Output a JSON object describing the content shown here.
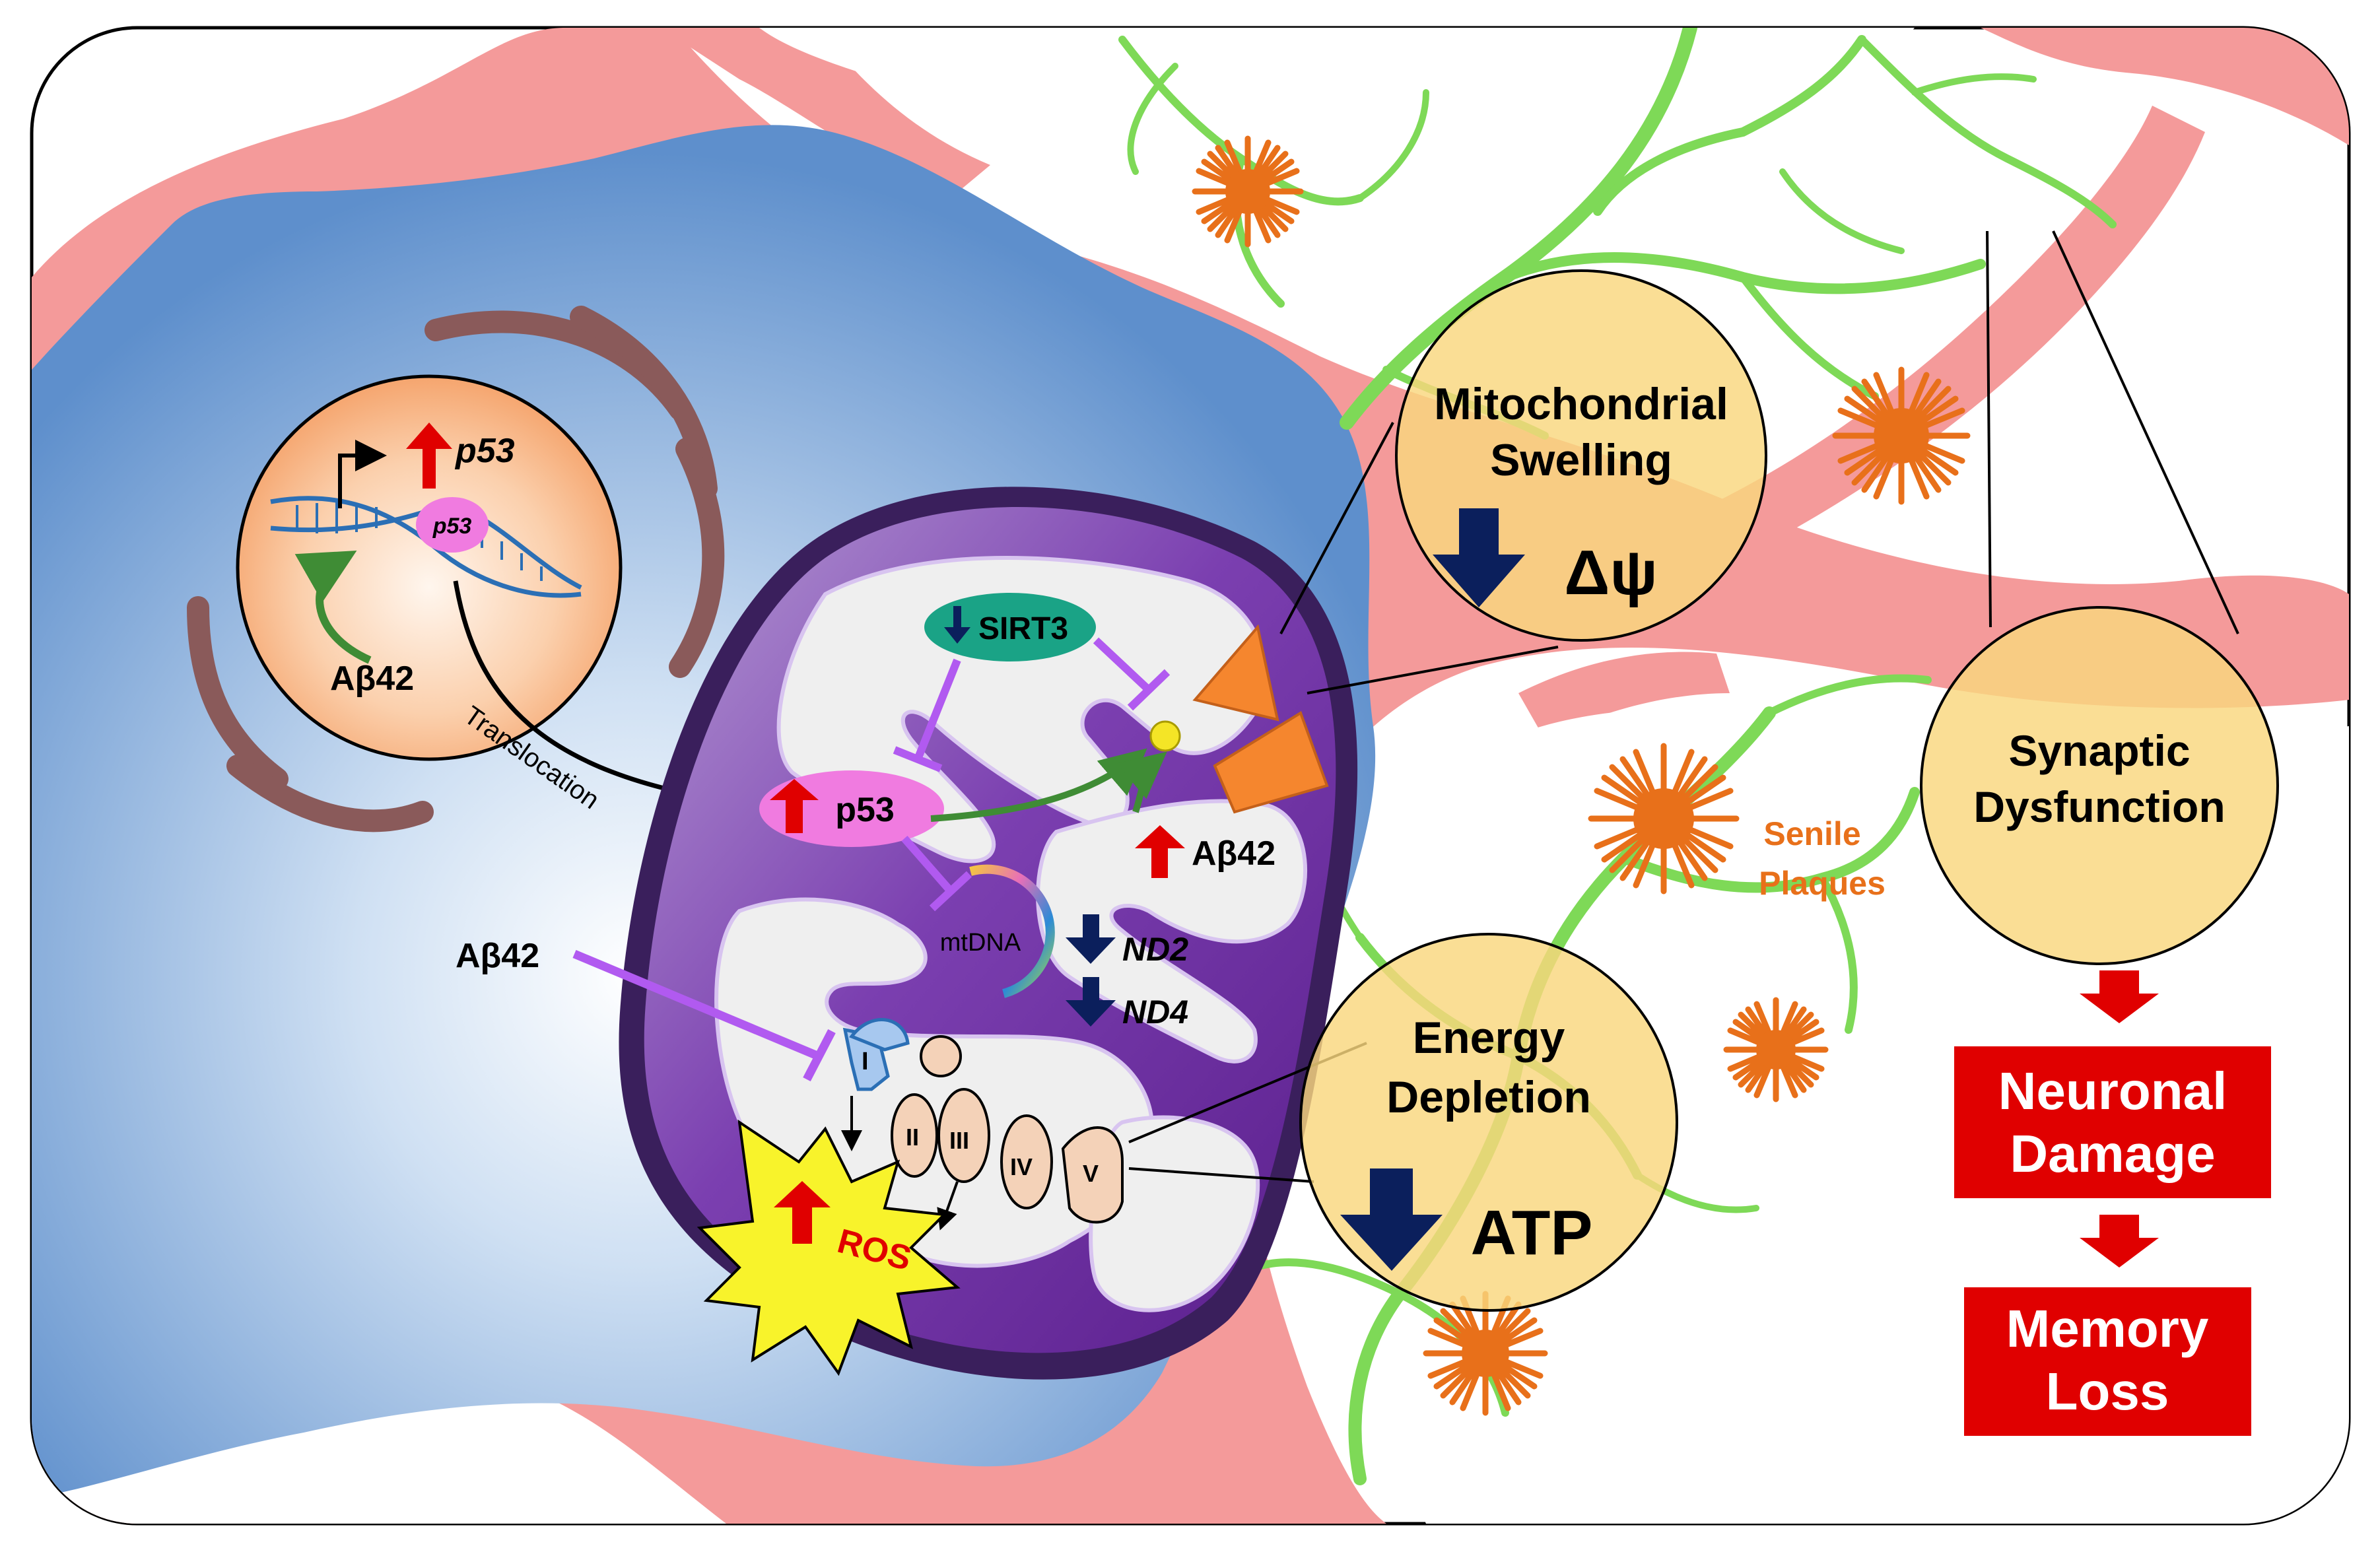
{
  "colors": {
    "membrane": "#f49a9a",
    "cytoplasm": "#6f9ed3",
    "nucleus": "#f7b98f",
    "mito_outer": "#5b2a86",
    "mito_inner": "#efefef",
    "dendrite": "#7ed957",
    "plaque": "#e8701a",
    "inhibit": "#b15af0",
    "activate": "#3f8c35",
    "up_arrow": "#e00000",
    "down_arrow": "#0b1f5c",
    "outcome_box": "#e00000",
    "bubble": "#f9d77e"
  },
  "nucleus": {
    "gene_label": "p53",
    "protein_label": "p53",
    "abeta_label": "Aβ42",
    "translocation_label": "Translocation"
  },
  "mitochondrion": {
    "sirt3_label": "SIRT3",
    "p53_label": "p53",
    "abeta_inner_label": "Aβ42",
    "abeta_outer_label": "Aβ42",
    "mtdna_label": "mtDNA",
    "nd2_label": "ND2",
    "nd4_label": "ND4",
    "ros_label": "ROS",
    "complexes": [
      "I",
      "II",
      "III",
      "IV",
      "V"
    ]
  },
  "bubbles": {
    "swelling": {
      "line1": "Mitochondrial",
      "line2": "Swelling",
      "symbol": "Δψ"
    },
    "synaptic": {
      "line1": "Synaptic",
      "line2": "Dysfunction"
    },
    "energy": {
      "line1": "Energy",
      "line2": "Depletion",
      "symbol": "ATP"
    }
  },
  "plaques_label": {
    "line1": "Senile",
    "line2": "Plaques"
  },
  "outcomes": [
    {
      "line1": "Neuronal",
      "line2": "Damage"
    },
    {
      "line1": "Memory",
      "line2": "Loss"
    }
  ]
}
